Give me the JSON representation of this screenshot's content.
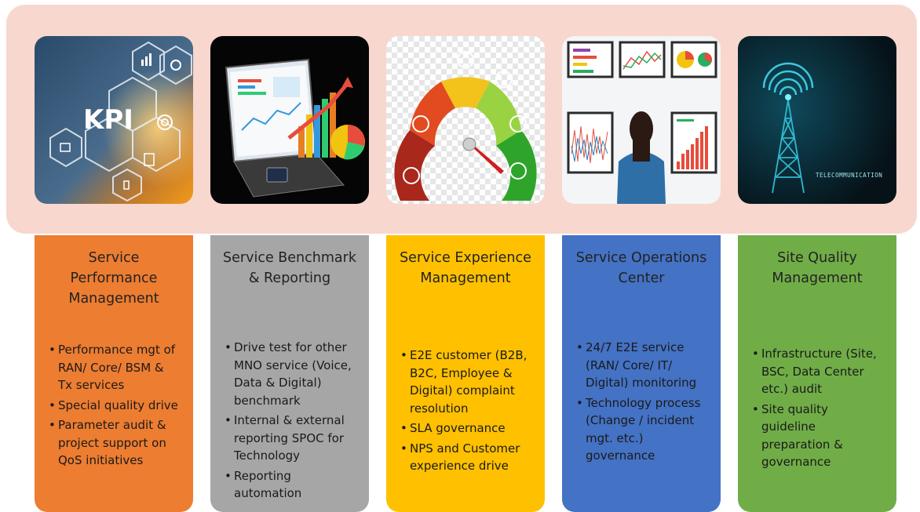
{
  "colors": {
    "band": "#f8d7cf",
    "performance": "#ed7d31",
    "benchmark": "#a6a6a6",
    "experience": "#ffc000",
    "operations": "#4472c4",
    "site_quality": "#70ad47"
  },
  "images": {
    "kpi": {
      "icon": "kpi-hex-illustration",
      "label": "KPI"
    },
    "benchmark": {
      "icon": "laptop-report-charts-illustration"
    },
    "experience": {
      "icon": "satisfaction-gauge-illustration"
    },
    "operations": {
      "icon": "monitoring-dashboards-illustration"
    },
    "site_quality": {
      "icon": "telecom-tower-illustration",
      "label": "TELECOMMUNICATION"
    }
  },
  "cards": [
    {
      "title_lines": [
        "Service",
        "Performance",
        "Management"
      ],
      "items": [
        [
          "Performance mgt of",
          "RAN/ Core/ BSM &",
          "Tx services"
        ],
        [
          "Special quality drive"
        ],
        [
          "Parameter audit &",
          "project support on",
          "QoS initiatives"
        ]
      ]
    },
    {
      "title_lines": [
        "Service Benchmark",
        "& Reporting"
      ],
      "items": [
        [
          "Drive test for other",
          "MNO service (Voice,",
          "Data & Digital)",
          "benchmark"
        ],
        [
          "Internal & external",
          "reporting SPOC for",
          "Technology"
        ],
        [
          "Reporting",
          "automation"
        ]
      ]
    },
    {
      "title_lines": [
        "Service Experience",
        "Management"
      ],
      "items": [
        [
          "E2E customer (B2B,",
          "B2C, Employee &",
          "Digital) complaint",
          "resolution"
        ],
        [
          "SLA governance"
        ],
        [
          "NPS and Customer",
          "experience drive"
        ]
      ]
    },
    {
      "title_lines": [
        "Service Operations",
        "Center"
      ],
      "items": [
        [
          "24/7 E2E service",
          "(RAN/ Core/ IT/",
          "Digital) monitoring"
        ],
        [
          "Technology process",
          "(Change / incident",
          "mgt. etc.)",
          "governance"
        ]
      ]
    },
    {
      "title_lines": [
        "Site Quality",
        "Management"
      ],
      "items": [
        [
          "Infrastructure (Site,",
          "BSC, Data Center",
          "etc.) audit"
        ],
        [
          "Site quality",
          "guideline",
          "preparation &",
          "governance"
        ]
      ]
    }
  ]
}
